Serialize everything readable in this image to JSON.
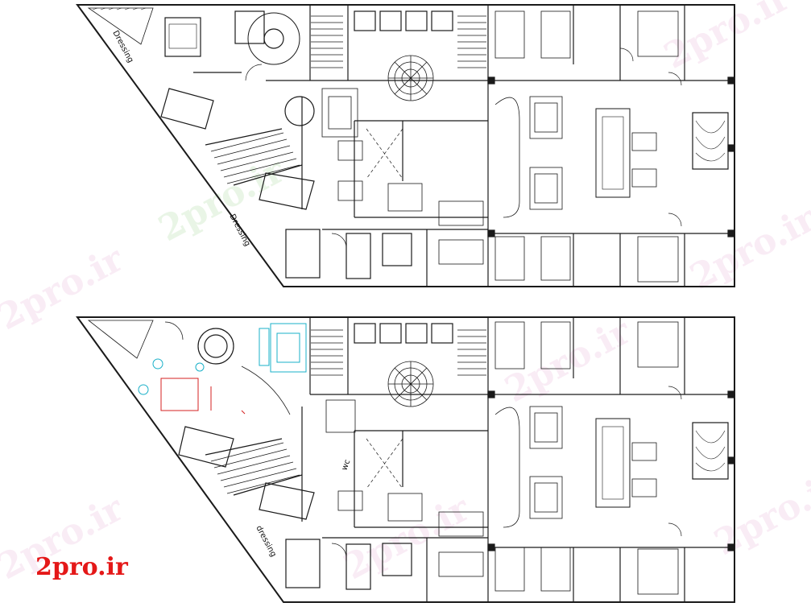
{
  "labels": {
    "dressing_top": "Dressing",
    "dressing_top_2": "Dressing",
    "dressing_bottom": "dressing",
    "wc": "wc"
  },
  "watermark": "2pro.ir",
  "logo": "2pro.ir",
  "colors": {
    "line": "#1a1a1a",
    "accent_cyan": "#1ab0c8",
    "accent_red": "#d42020",
    "logo": "#e41818",
    "watermark_pink": "#f2d6ea",
    "watermark_green": "#cfe9c9"
  },
  "icons": [
    "chandelier-rosette",
    "double-bed",
    "sofa-set",
    "dining-table",
    "stair-flight",
    "bathroom-fixtures"
  ]
}
